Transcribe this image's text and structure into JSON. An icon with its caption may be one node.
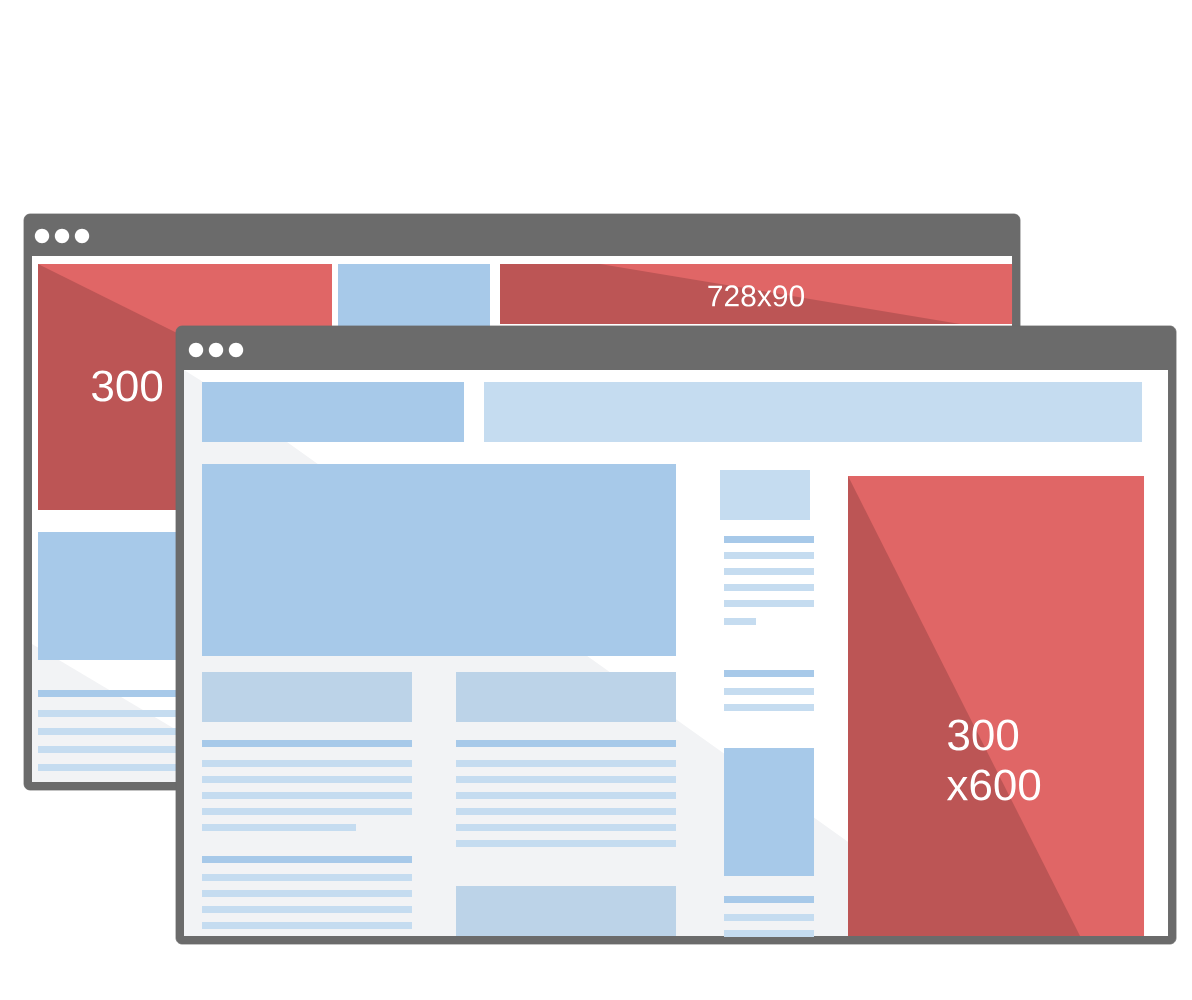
{
  "diagram": {
    "nodes": [
      {
        "text": [
          "300"
        ]
      },
      {
        "text": [
          "728x90"
        ]
      },
      {
        "text": [
          "300 x600"
        ]
      }
    ]
  }
}
